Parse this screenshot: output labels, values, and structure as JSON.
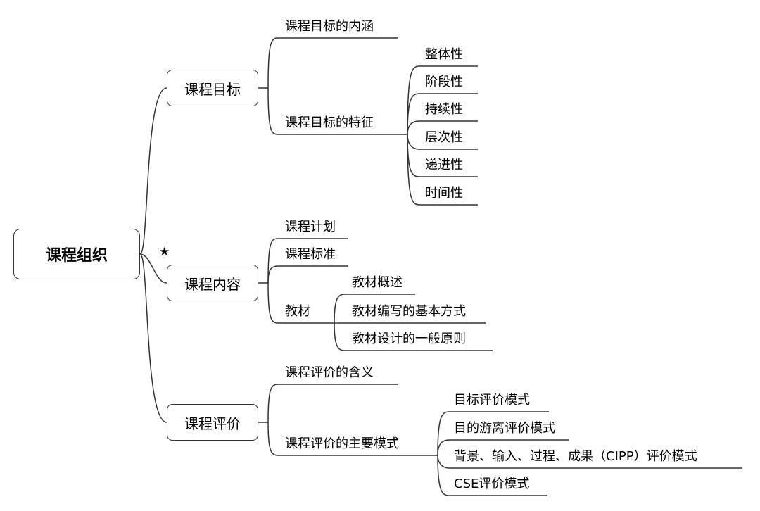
{
  "root": "课程组织",
  "branches": [
    {
      "label": "课程目标",
      "children": [
        {
          "label": "课程目标的内涵"
        },
        {
          "label": "课程目标的特征",
          "children": [
            "整体性",
            "阶段性",
            "持续性",
            "层次性",
            "递进性",
            "时间性"
          ]
        }
      ]
    },
    {
      "label": "课程内容",
      "marker": "★",
      "children": [
        {
          "label": "课程计划"
        },
        {
          "label": "课程标准"
        },
        {
          "label": "教材",
          "children": [
            "教材概述",
            "教材编写的基本方式",
            "教材设计的一般原则"
          ]
        }
      ]
    },
    {
      "label": "课程评价",
      "children": [
        {
          "label": "课程评价的含义"
        },
        {
          "label": "课程评价的主要模式",
          "children": [
            "目标评价模式",
            "目的游离评价模式",
            "背景、输入、过程、成果（CIPP）评价模式",
            "CSE评价模式"
          ]
        }
      ]
    }
  ]
}
